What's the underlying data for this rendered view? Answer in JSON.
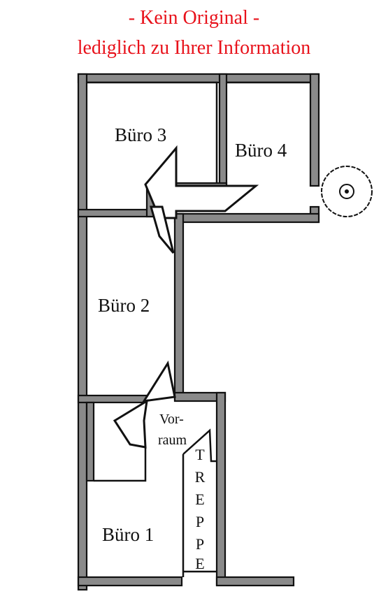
{
  "notice": {
    "line1": "- Kein Original -",
    "line2": "lediglich zu Ihrer Information"
  },
  "rooms": {
    "buero3": "Büro 3",
    "buero4": "Büro 4",
    "buero2": "Büro 2",
    "buero1": "Büro 1",
    "vorraum_line1": "Vor-",
    "vorraum_line2": "raum"
  },
  "stairs": {
    "letters": [
      "T",
      "R",
      "E",
      "P",
      "P",
      "E"
    ]
  },
  "colors": {
    "notice": "#e8111a",
    "wall_fill": "#8a8a8a",
    "ink": "#111111"
  }
}
